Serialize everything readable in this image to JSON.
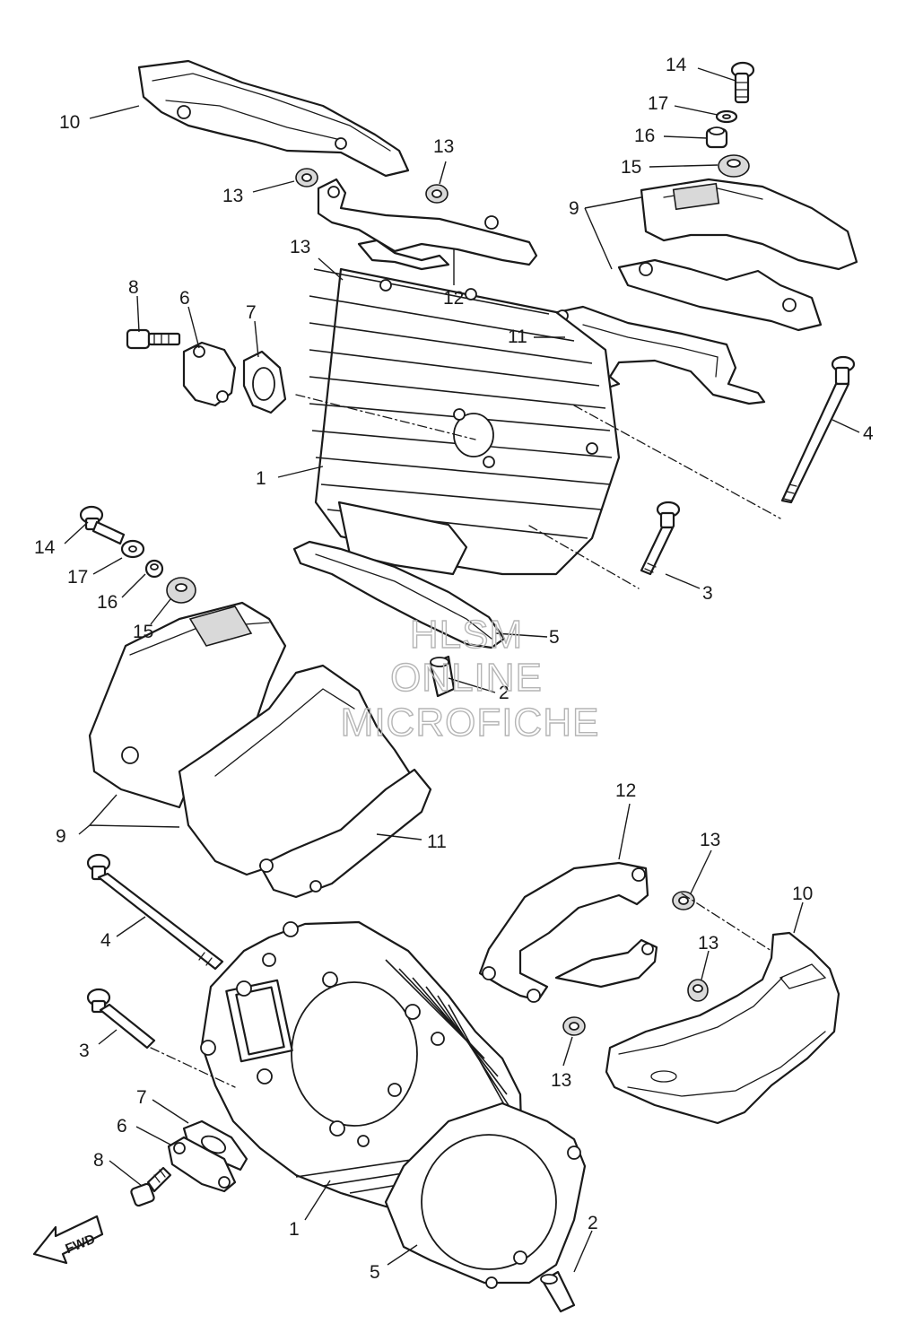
{
  "callouts": [
    {
      "id": "c10a",
      "text": "10"
    },
    {
      "id": "c13a",
      "text": "13"
    },
    {
      "id": "c13b",
      "text": "13"
    },
    {
      "id": "c13c",
      "text": "13"
    },
    {
      "id": "c12a",
      "text": "12"
    },
    {
      "id": "c14a",
      "text": "14"
    },
    {
      "id": "c17a",
      "text": "17"
    },
    {
      "id": "c16a",
      "text": "16"
    },
    {
      "id": "c15a",
      "text": "15"
    },
    {
      "id": "c9a",
      "text": "9"
    },
    {
      "id": "c11a",
      "text": "11"
    },
    {
      "id": "c8a",
      "text": "8"
    },
    {
      "id": "c6a",
      "text": "6"
    },
    {
      "id": "c7a",
      "text": "7"
    },
    {
      "id": "c4a",
      "text": "4"
    },
    {
      "id": "c1a",
      "text": "1"
    },
    {
      "id": "c3a",
      "text": "3"
    },
    {
      "id": "c5a",
      "text": "5"
    },
    {
      "id": "c2a",
      "text": "2"
    },
    {
      "id": "c14b",
      "text": "14"
    },
    {
      "id": "c17b",
      "text": "17"
    },
    {
      "id": "c16b",
      "text": "16"
    },
    {
      "id": "c15b",
      "text": "15"
    },
    {
      "id": "c9b",
      "text": "9"
    },
    {
      "id": "c11b",
      "text": "11"
    },
    {
      "id": "c12b",
      "text": "12"
    },
    {
      "id": "c13d",
      "text": "13"
    },
    {
      "id": "c10b",
      "text": "10"
    },
    {
      "id": "c13e",
      "text": "13"
    },
    {
      "id": "c13f",
      "text": "13"
    },
    {
      "id": "c4b",
      "text": "4"
    },
    {
      "id": "c3b",
      "text": "3"
    },
    {
      "id": "c7b",
      "text": "7"
    },
    {
      "id": "c6b",
      "text": "6"
    },
    {
      "id": "c8b",
      "text": "8"
    },
    {
      "id": "c1b",
      "text": "1"
    },
    {
      "id": "c2b",
      "text": "2"
    },
    {
      "id": "c5b",
      "text": "5"
    }
  ],
  "watermark": {
    "line1": "HLSM",
    "line2": "ONLINE",
    "line3": "MICROFICHE"
  },
  "direction_arrow": {
    "text": "FWD",
    "icon": "fwd-arrow-icon"
  }
}
